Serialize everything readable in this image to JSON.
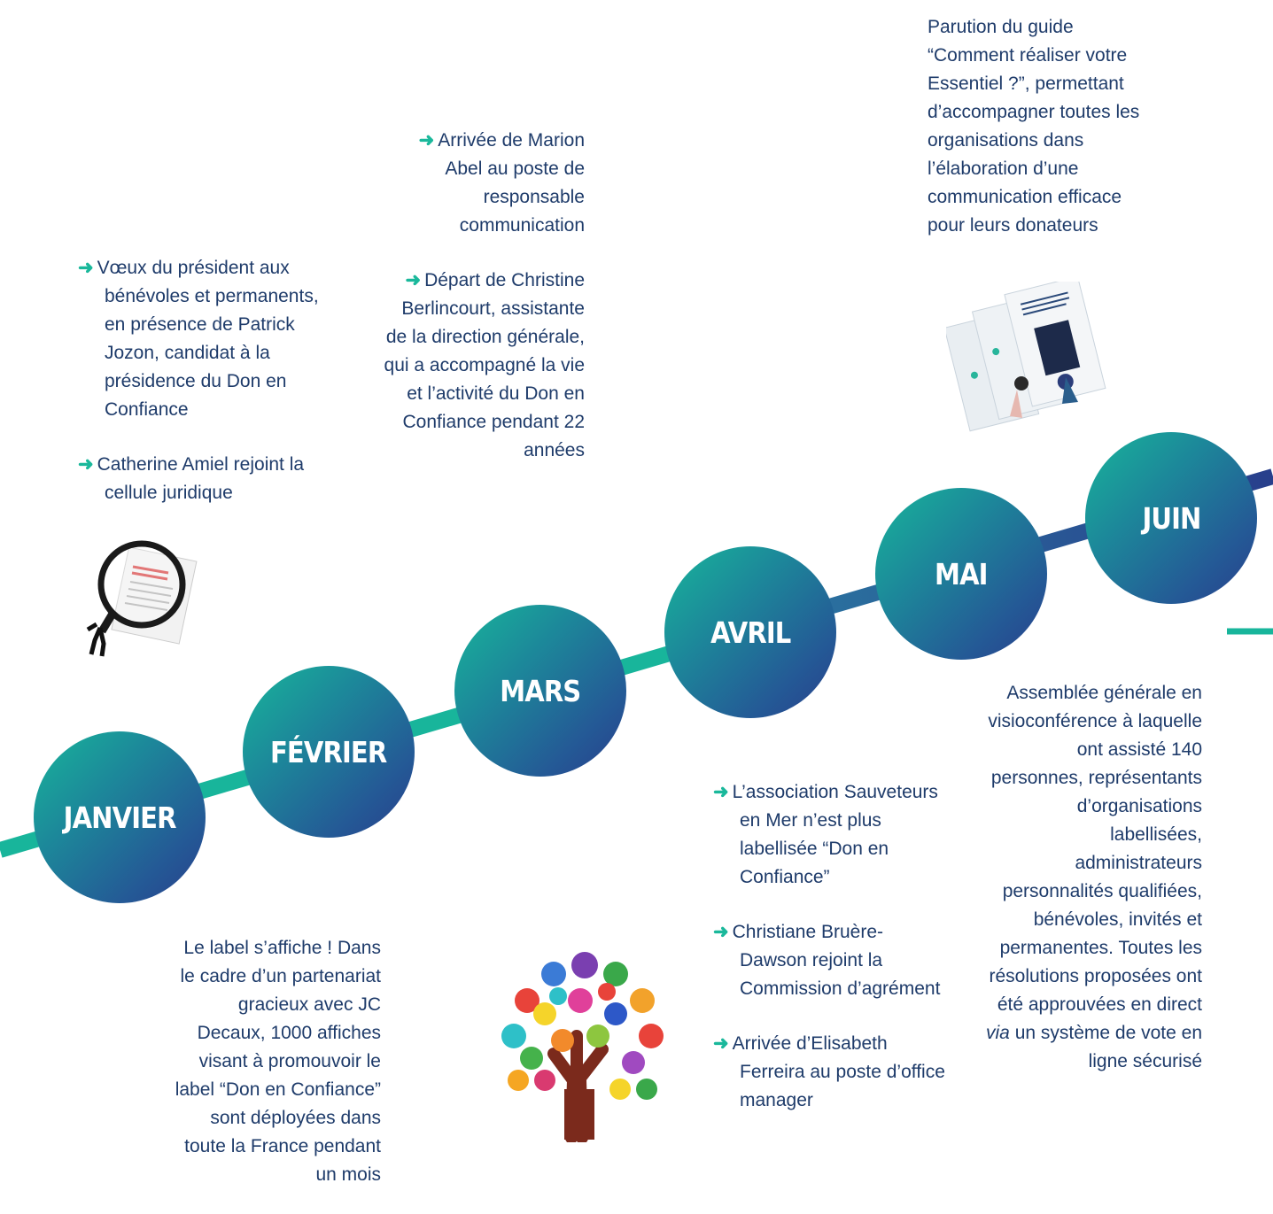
{
  "months": {
    "janvier": "JANVIER",
    "fevrier": "FÉVRIER",
    "mars": "MARS",
    "avril": "AVRIL",
    "mai": "MAI",
    "juin": "JUIN"
  },
  "janvier_items": [
    "Vœux du président aux bénévoles et permanents, en présence de Patrick Jozon, candidat à la présidence du Don en Confiance",
    "Catherine Amiel rejoint la cellule juridique"
  ],
  "fevrier_text": "Le label s’affiche ! Dans le cadre d’un partenariat gracieux avec JC Decaux, 1000 affiches visant à promouvoir le label “Don en Confiance” sont déployées dans toute la France pendant un mois",
  "mars_items": [
    "Arrivée de Marion Abel au poste de responsable communication",
    "Départ de Christine Berlincourt, assistante de la direction générale, qui a accompagné la vie et l’activité du Don en Confiance pendant 22 années"
  ],
  "avril_items": [
    "L’association Sauveteurs en Mer n’est plus labellisée “Don en Confiance”",
    "Christiane Bruère-Dawson rejoint la Commission d’agrément",
    "Arrivée d’Elisabeth Ferreira au poste d’office manager"
  ],
  "mai_text": "Parution du guide “Comment réaliser votre Essentiel ?”, permettant d’accompagner toutes les organisations dans l’élaboration d’une communication efficace pour leurs donateurs",
  "juin_text_a": "Assemblée générale en visioconférence à laquelle ont assisté 140 personnes, représentants d’organisations labellisées, administrateurs personnalités qualifiées, bénévoles, invités et permanentes. Toutes les résolutions proposées ont été approuvées en direct",
  "juin_text_via": "via",
  "juin_text_b": "un système de vote en ligne sécurisé",
  "colors": {
    "teal": "#18b59b",
    "navy": "#283f8c",
    "text": "#1e3b6a"
  },
  "icons": {
    "janvier": "magnifier-document-illustration",
    "mai": "guide-booklets-illustration",
    "fevrier": "hands-tree-illustration"
  }
}
